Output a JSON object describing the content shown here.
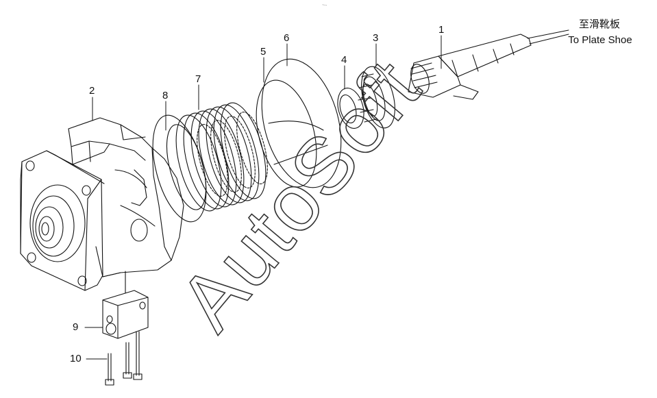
{
  "diagram": {
    "top_mark": "~-",
    "destination": {
      "chinese": "至滑靴板",
      "english": "To Plate Shoe"
    },
    "callouts": [
      {
        "id": "c1",
        "text": "1"
      },
      {
        "id": "c2",
        "text": "2"
      },
      {
        "id": "c3",
        "text": "3"
      },
      {
        "id": "c4",
        "text": "4"
      },
      {
        "id": "c5",
        "text": "5"
      },
      {
        "id": "c6",
        "text": "6"
      },
      {
        "id": "c7",
        "text": "7"
      },
      {
        "id": "c8",
        "text": "8"
      },
      {
        "id": "c9",
        "text": "9"
      },
      {
        "id": "c10",
        "text": "10"
      }
    ],
    "watermark": "AutoSoft"
  }
}
